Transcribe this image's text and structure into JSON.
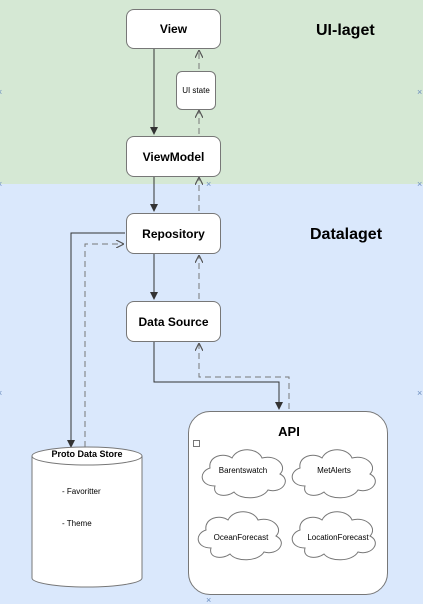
{
  "layers": {
    "ui": "UI-laget",
    "data": "Datalaget"
  },
  "nodes": {
    "view": "View",
    "ui_state": "UI state",
    "viewmodel": "ViewModel",
    "repository": "Repository",
    "data_source": "Data Source"
  },
  "api": {
    "title": "API",
    "services": [
      "Barentswatch",
      "MetAlerts",
      "OceanForecast",
      "LocationForecast"
    ]
  },
  "store": {
    "title": "Proto  Data Store",
    "items": [
      "-  Favoritter",
      "-  Theme"
    ]
  },
  "colors": {
    "ui_layer": "#d5e8d4",
    "data_layer": "#dae8fc",
    "edge": "#333333",
    "dashed_edge": "#777777"
  },
  "marker_glyph": "×"
}
